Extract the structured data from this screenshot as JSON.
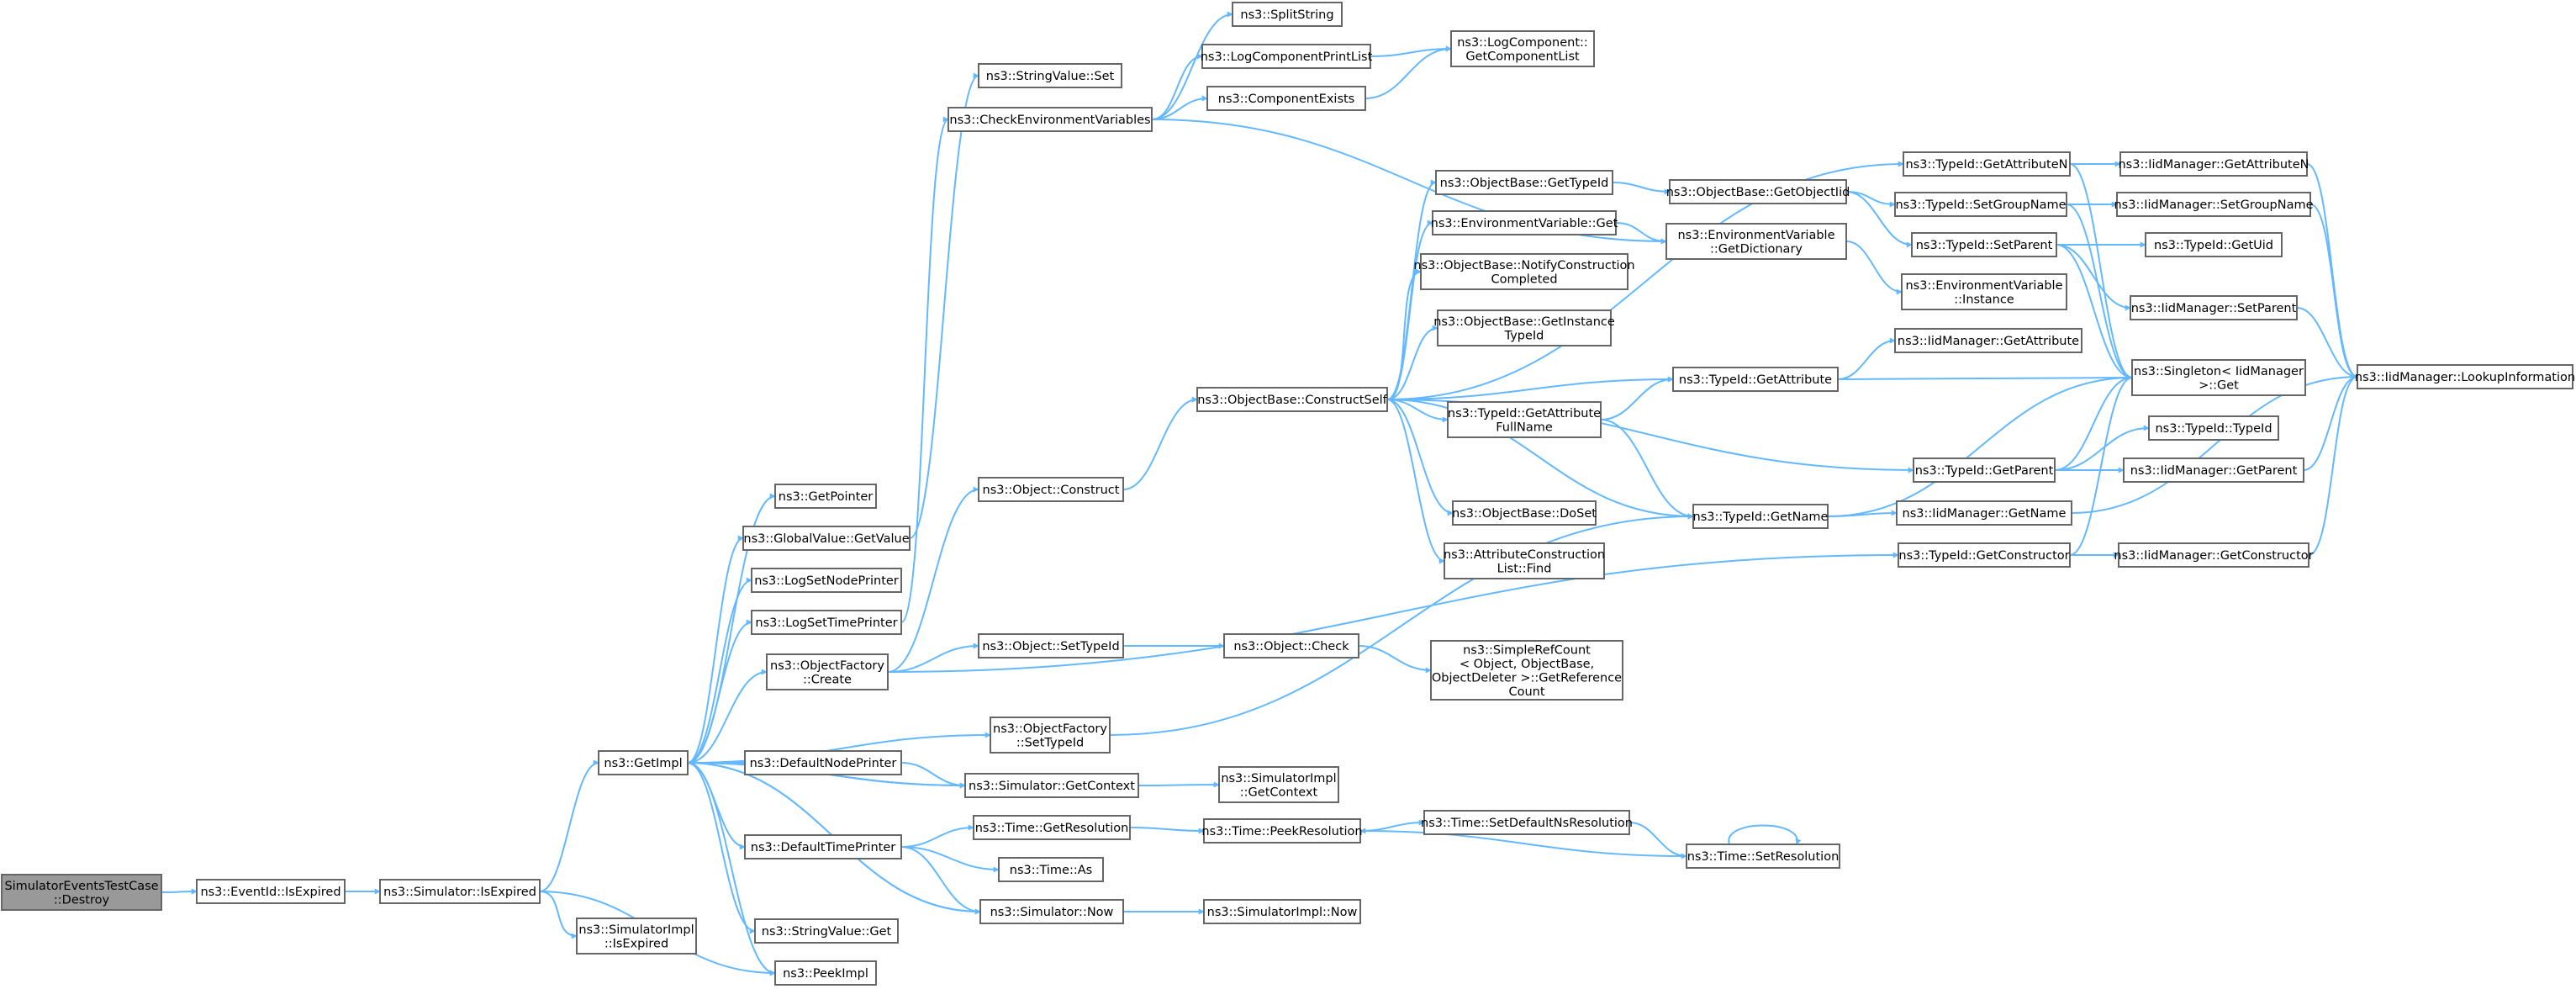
{
  "nodes": [
    {
      "id": "root",
      "lines": [
        "SimulatorEventsTestCase",
        "::Destroy"
      ],
      "root": true
    },
    {
      "id": "eventid_isexpired",
      "lines": [
        "ns3::EventId::IsExpired"
      ]
    },
    {
      "id": "sim_isexpired",
      "lines": [
        "ns3::Simulator::IsExpired"
      ]
    },
    {
      "id": "simimpl_isexpired",
      "lines": [
        "ns3::SimulatorImpl",
        "::IsExpired"
      ]
    },
    {
      "id": "getimpl",
      "lines": [
        "ns3::GetImpl"
      ]
    },
    {
      "id": "peekimpl",
      "lines": [
        "ns3::PeekImpl"
      ]
    },
    {
      "id": "getpointer",
      "lines": [
        "ns3::GetPointer"
      ]
    },
    {
      "id": "globalvalue_getvalue",
      "lines": [
        "ns3::GlobalValue::GetValue"
      ]
    },
    {
      "id": "logsetnodeprinter",
      "lines": [
        "ns3::LogSetNodePrinter"
      ]
    },
    {
      "id": "logsettimeprinter",
      "lines": [
        "ns3::LogSetTimePrinter"
      ]
    },
    {
      "id": "objectfactory_create",
      "lines": [
        "ns3::ObjectFactory",
        "::Create"
      ]
    },
    {
      "id": "defaultnodeprinter",
      "lines": [
        "ns3::DefaultNodePrinter"
      ]
    },
    {
      "id": "defaulttimeprinter",
      "lines": [
        "ns3::DefaultTimePrinter"
      ]
    },
    {
      "id": "stringvalue_get",
      "lines": [
        "ns3::StringValue::Get"
      ]
    },
    {
      "id": "stringvalue_set",
      "lines": [
        "ns3::StringValue::Set"
      ]
    },
    {
      "id": "checkenv",
      "lines": [
        "ns3::CheckEnvironmentVariables"
      ]
    },
    {
      "id": "splitstring",
      "lines": [
        "ns3::SplitString"
      ]
    },
    {
      "id": "logcomponentprintlist",
      "lines": [
        "ns3::LogComponentPrintList"
      ]
    },
    {
      "id": "componentexists",
      "lines": [
        "ns3::ComponentExists"
      ]
    },
    {
      "id": "getcomponentlist",
      "lines": [
        "ns3::LogComponent::",
        "GetComponentList"
      ]
    },
    {
      "id": "object_construct",
      "lines": [
        "ns3::Object::Construct"
      ]
    },
    {
      "id": "object_settypeid",
      "lines": [
        "ns3::Object::SetTypeId"
      ]
    },
    {
      "id": "objectfactory_settypeid",
      "lines": [
        "ns3::ObjectFactory",
        "::SetTypeId"
      ]
    },
    {
      "id": "sim_getcontext",
      "lines": [
        "ns3::Simulator::GetContext"
      ]
    },
    {
      "id": "simimpl_getcontext",
      "lines": [
        "ns3::SimulatorImpl",
        "::GetContext"
      ]
    },
    {
      "id": "time_getresolution",
      "lines": [
        "ns3::Time::GetResolution"
      ]
    },
    {
      "id": "time_as",
      "lines": [
        "ns3::Time::As"
      ]
    },
    {
      "id": "sim_now",
      "lines": [
        "ns3::Simulator::Now"
      ]
    },
    {
      "id": "simimpl_now",
      "lines": [
        "ns3::SimulatorImpl::Now"
      ]
    },
    {
      "id": "time_peekresolution",
      "lines": [
        "ns3::Time::PeekResolution"
      ]
    },
    {
      "id": "time_setdefaultns",
      "lines": [
        "ns3::Time::SetDefaultNsResolution"
      ]
    },
    {
      "id": "time_setresolution",
      "lines": [
        "ns3::Time::SetResolution"
      ]
    },
    {
      "id": "objectbase_constructself",
      "lines": [
        "ns3::ObjectBase::ConstructSelf"
      ]
    },
    {
      "id": "object_check",
      "lines": [
        "ns3::Object::Check"
      ]
    },
    {
      "id": "simplerefcount",
      "lines": [
        "ns3::SimpleRefCount",
        "< Object, ObjectBase,",
        " ObjectDeleter >::GetReference",
        "Count"
      ]
    },
    {
      "id": "objectbase_gettypeid",
      "lines": [
        "ns3::ObjectBase::GetTypeId"
      ]
    },
    {
      "id": "envvar_get",
      "lines": [
        "ns3::EnvironmentVariable::Get"
      ]
    },
    {
      "id": "notifyconstruction",
      "lines": [
        "ns3::ObjectBase::NotifyConstruction",
        "Completed"
      ]
    },
    {
      "id": "getinstancetypeid",
      "lines": [
        "ns3::ObjectBase::GetInstance",
        "TypeId"
      ]
    },
    {
      "id": "getattributefullname",
      "lines": [
        "ns3::TypeId::GetAttribute",
        "FullName"
      ]
    },
    {
      "id": "objectbase_doset",
      "lines": [
        "ns3::ObjectBase::DoSet"
      ]
    },
    {
      "id": "attrconstructionlist_find",
      "lines": [
        "ns3::AttributeConstruction",
        "List::Find"
      ]
    },
    {
      "id": "objectbase_getobjectiid",
      "lines": [
        "ns3::ObjectBase::GetObjectIid"
      ]
    },
    {
      "id": "envvar_getdictionary",
      "lines": [
        "ns3::EnvironmentVariable",
        "::GetDictionary"
      ]
    },
    {
      "id": "typeid_getattribute",
      "lines": [
        "ns3::TypeId::GetAttribute"
      ]
    },
    {
      "id": "typeid_getname",
      "lines": [
        "ns3::TypeId::GetName"
      ]
    },
    {
      "id": "typeid_getattributen",
      "lines": [
        "ns3::TypeId::GetAttributeN"
      ]
    },
    {
      "id": "typeid_setgroupname",
      "lines": [
        "ns3::TypeId::SetGroupName"
      ]
    },
    {
      "id": "typeid_setparent",
      "lines": [
        "ns3::TypeId::SetParent"
      ]
    },
    {
      "id": "envvar_instance",
      "lines": [
        "ns3::EnvironmentVariable",
        "::Instance"
      ]
    },
    {
      "id": "iidmanager_getattribute",
      "lines": [
        "ns3::IidManager::GetAttribute"
      ]
    },
    {
      "id": "typeid_getparent",
      "lines": [
        "ns3::TypeId::GetParent"
      ]
    },
    {
      "id": "iidmanager_getname",
      "lines": [
        "ns3::IidManager::GetName"
      ]
    },
    {
      "id": "typeid_getconstructor",
      "lines": [
        "ns3::TypeId::GetConstructor"
      ]
    },
    {
      "id": "iidmanager_getattributen",
      "lines": [
        "ns3::IidManager::GetAttributeN"
      ]
    },
    {
      "id": "iidmanager_setgroupname",
      "lines": [
        "ns3::IidManager::SetGroupName"
      ]
    },
    {
      "id": "typeid_getuid",
      "lines": [
        "ns3::TypeId::GetUid"
      ]
    },
    {
      "id": "iidmanager_setparent",
      "lines": [
        "ns3::IidManager::SetParent"
      ]
    },
    {
      "id": "singleton_get",
      "lines": [
        "ns3::Singleton< IidManager",
        " >::Get"
      ]
    },
    {
      "id": "typeid_typeid",
      "lines": [
        "ns3::TypeId::TypeId"
      ]
    },
    {
      "id": "iidmanager_getparent",
      "lines": [
        "ns3::IidManager::GetParent"
      ]
    },
    {
      "id": "iidmanager_getconstructor",
      "lines": [
        "ns3::IidManager::GetConstructor"
      ]
    },
    {
      "id": "iidmanager_lookupinformation",
      "lines": [
        "ns3::IidManager::LookupInformation"
      ]
    }
  ],
  "edges": [
    [
      "root",
      "eventid_isexpired"
    ],
    [
      "eventid_isexpired",
      "sim_isexpired"
    ],
    [
      "sim_isexpired",
      "getimpl"
    ],
    [
      "sim_isexpired",
      "simimpl_isexpired"
    ],
    [
      "sim_isexpired",
      "peekimpl"
    ],
    [
      "getimpl",
      "getpointer"
    ],
    [
      "getimpl",
      "globalvalue_getvalue"
    ],
    [
      "getimpl",
      "logsetnodeprinter"
    ],
    [
      "getimpl",
      "logsettimeprinter"
    ],
    [
      "getimpl",
      "objectfactory_create"
    ],
    [
      "getimpl",
      "objectfactory_settypeid"
    ],
    [
      "getimpl",
      "defaultnodeprinter"
    ],
    [
      "getimpl",
      "sim_getcontext"
    ],
    [
      "getimpl",
      "defaulttimeprinter"
    ],
    [
      "getimpl",
      "sim_now"
    ],
    [
      "getimpl",
      "stringvalue_get"
    ],
    [
      "getimpl",
      "peekimpl"
    ],
    [
      "globalvalue_getvalue",
      "stringvalue_set"
    ],
    [
      "logsettimeprinter",
      "checkenv"
    ],
    [
      "objectfactory_create",
      "object_construct"
    ],
    [
      "objectfactory_create",
      "object_settypeid"
    ],
    [
      "objectfactory_create",
      "typeid_getconstructor"
    ],
    [
      "defaultnodeprinter",
      "sim_getcontext"
    ],
    [
      "sim_getcontext",
      "getimpl"
    ],
    [
      "sim_getcontext",
      "simimpl_getcontext"
    ],
    [
      "defaulttimeprinter",
      "time_getresolution"
    ],
    [
      "defaulttimeprinter",
      "time_as"
    ],
    [
      "defaulttimeprinter",
      "sim_now"
    ],
    [
      "sim_now",
      "getimpl"
    ],
    [
      "sim_now",
      "simimpl_now"
    ],
    [
      "objectfactory_settypeid",
      "typeid_getname"
    ],
    [
      "checkenv",
      "splitstring"
    ],
    [
      "checkenv",
      "logcomponentprintlist"
    ],
    [
      "checkenv",
      "componentexists"
    ],
    [
      "checkenv",
      "envvar_getdictionary"
    ],
    [
      "logcomponentprintlist",
      "getcomponentlist"
    ],
    [
      "componentexists",
      "getcomponentlist"
    ],
    [
      "object_construct",
      "objectbase_constructself"
    ],
    [
      "object_settypeid",
      "object_check"
    ],
    [
      "object_check",
      "simplerefcount"
    ],
    [
      "time_getresolution",
      "time_peekresolution"
    ],
    [
      "time_peekresolution",
      "time_setdefaultns"
    ],
    [
      "time_setdefaultns",
      "time_setresolution"
    ],
    [
      "time_setresolution",
      "time_peekresolution"
    ],
    [
      "time_setresolution",
      "time_setresolution"
    ],
    [
      "objectbase_constructself",
      "objectbase_gettypeid"
    ],
    [
      "objectbase_constructself",
      "envvar_get"
    ],
    [
      "objectbase_constructself",
      "notifyconstruction"
    ],
    [
      "objectbase_constructself",
      "getinstancetypeid"
    ],
    [
      "objectbase_constructself",
      "getattributefullname"
    ],
    [
      "objectbase_constructself",
      "objectbase_doset"
    ],
    [
      "objectbase_constructself",
      "attrconstructionlist_find"
    ],
    [
      "objectbase_constructself",
      "typeid_getattribute"
    ],
    [
      "objectbase_constructself",
      "typeid_getattributen"
    ],
    [
      "objectbase_constructself",
      "typeid_getparent"
    ],
    [
      "objectbase_constructself",
      "typeid_getname"
    ],
    [
      "objectbase_gettypeid",
      "objectbase_getobjectiid"
    ],
    [
      "envvar_get",
      "envvar_getdictionary"
    ],
    [
      "getattributefullname",
      "typeid_getattribute"
    ],
    [
      "getattributefullname",
      "typeid_getname"
    ],
    [
      "objectbase_getobjectiid",
      "typeid_setgroupname"
    ],
    [
      "objectbase_getobjectiid",
      "typeid_setparent"
    ],
    [
      "envvar_getdictionary",
      "envvar_instance"
    ],
    [
      "typeid_getattribute",
      "iidmanager_getattribute"
    ],
    [
      "typeid_getattribute",
      "singleton_get"
    ],
    [
      "typeid_getname",
      "singleton_get"
    ],
    [
      "typeid_getname",
      "iidmanager_getname"
    ],
    [
      "typeid_getattributen",
      "iidmanager_getattributen"
    ],
    [
      "typeid_getattributen",
      "singleton_get"
    ],
    [
      "typeid_setgroupname",
      "iidmanager_setgroupname"
    ],
    [
      "typeid_setgroupname",
      "singleton_get"
    ],
    [
      "typeid_setparent",
      "typeid_getuid"
    ],
    [
      "typeid_setparent",
      "iidmanager_setparent"
    ],
    [
      "typeid_setparent",
      "singleton_get"
    ],
    [
      "typeid_getparent",
      "singleton_get"
    ],
    [
      "typeid_getparent",
      "typeid_typeid"
    ],
    [
      "typeid_getparent",
      "iidmanager_getparent"
    ],
    [
      "typeid_getconstructor",
      "singleton_get"
    ],
    [
      "typeid_getconstructor",
      "iidmanager_getconstructor"
    ],
    [
      "iidmanager_getname",
      "iidmanager_lookupinformation"
    ],
    [
      "iidmanager_getattributen",
      "iidmanager_lookupinformation"
    ],
    [
      "iidmanager_setgroupname",
      "iidmanager_lookupinformation"
    ],
    [
      "iidmanager_setparent",
      "iidmanager_lookupinformation"
    ],
    [
      "iidmanager_getparent",
      "iidmanager_lookupinformation"
    ],
    [
      "iidmanager_getconstructor",
      "iidmanager_lookupinformation"
    ]
  ],
  "colors": {
    "edge": "#63b8ff",
    "node_border": "#666666",
    "node_fill": "#ffffff",
    "root_fill": "#999999",
    "text": "#000000"
  }
}
